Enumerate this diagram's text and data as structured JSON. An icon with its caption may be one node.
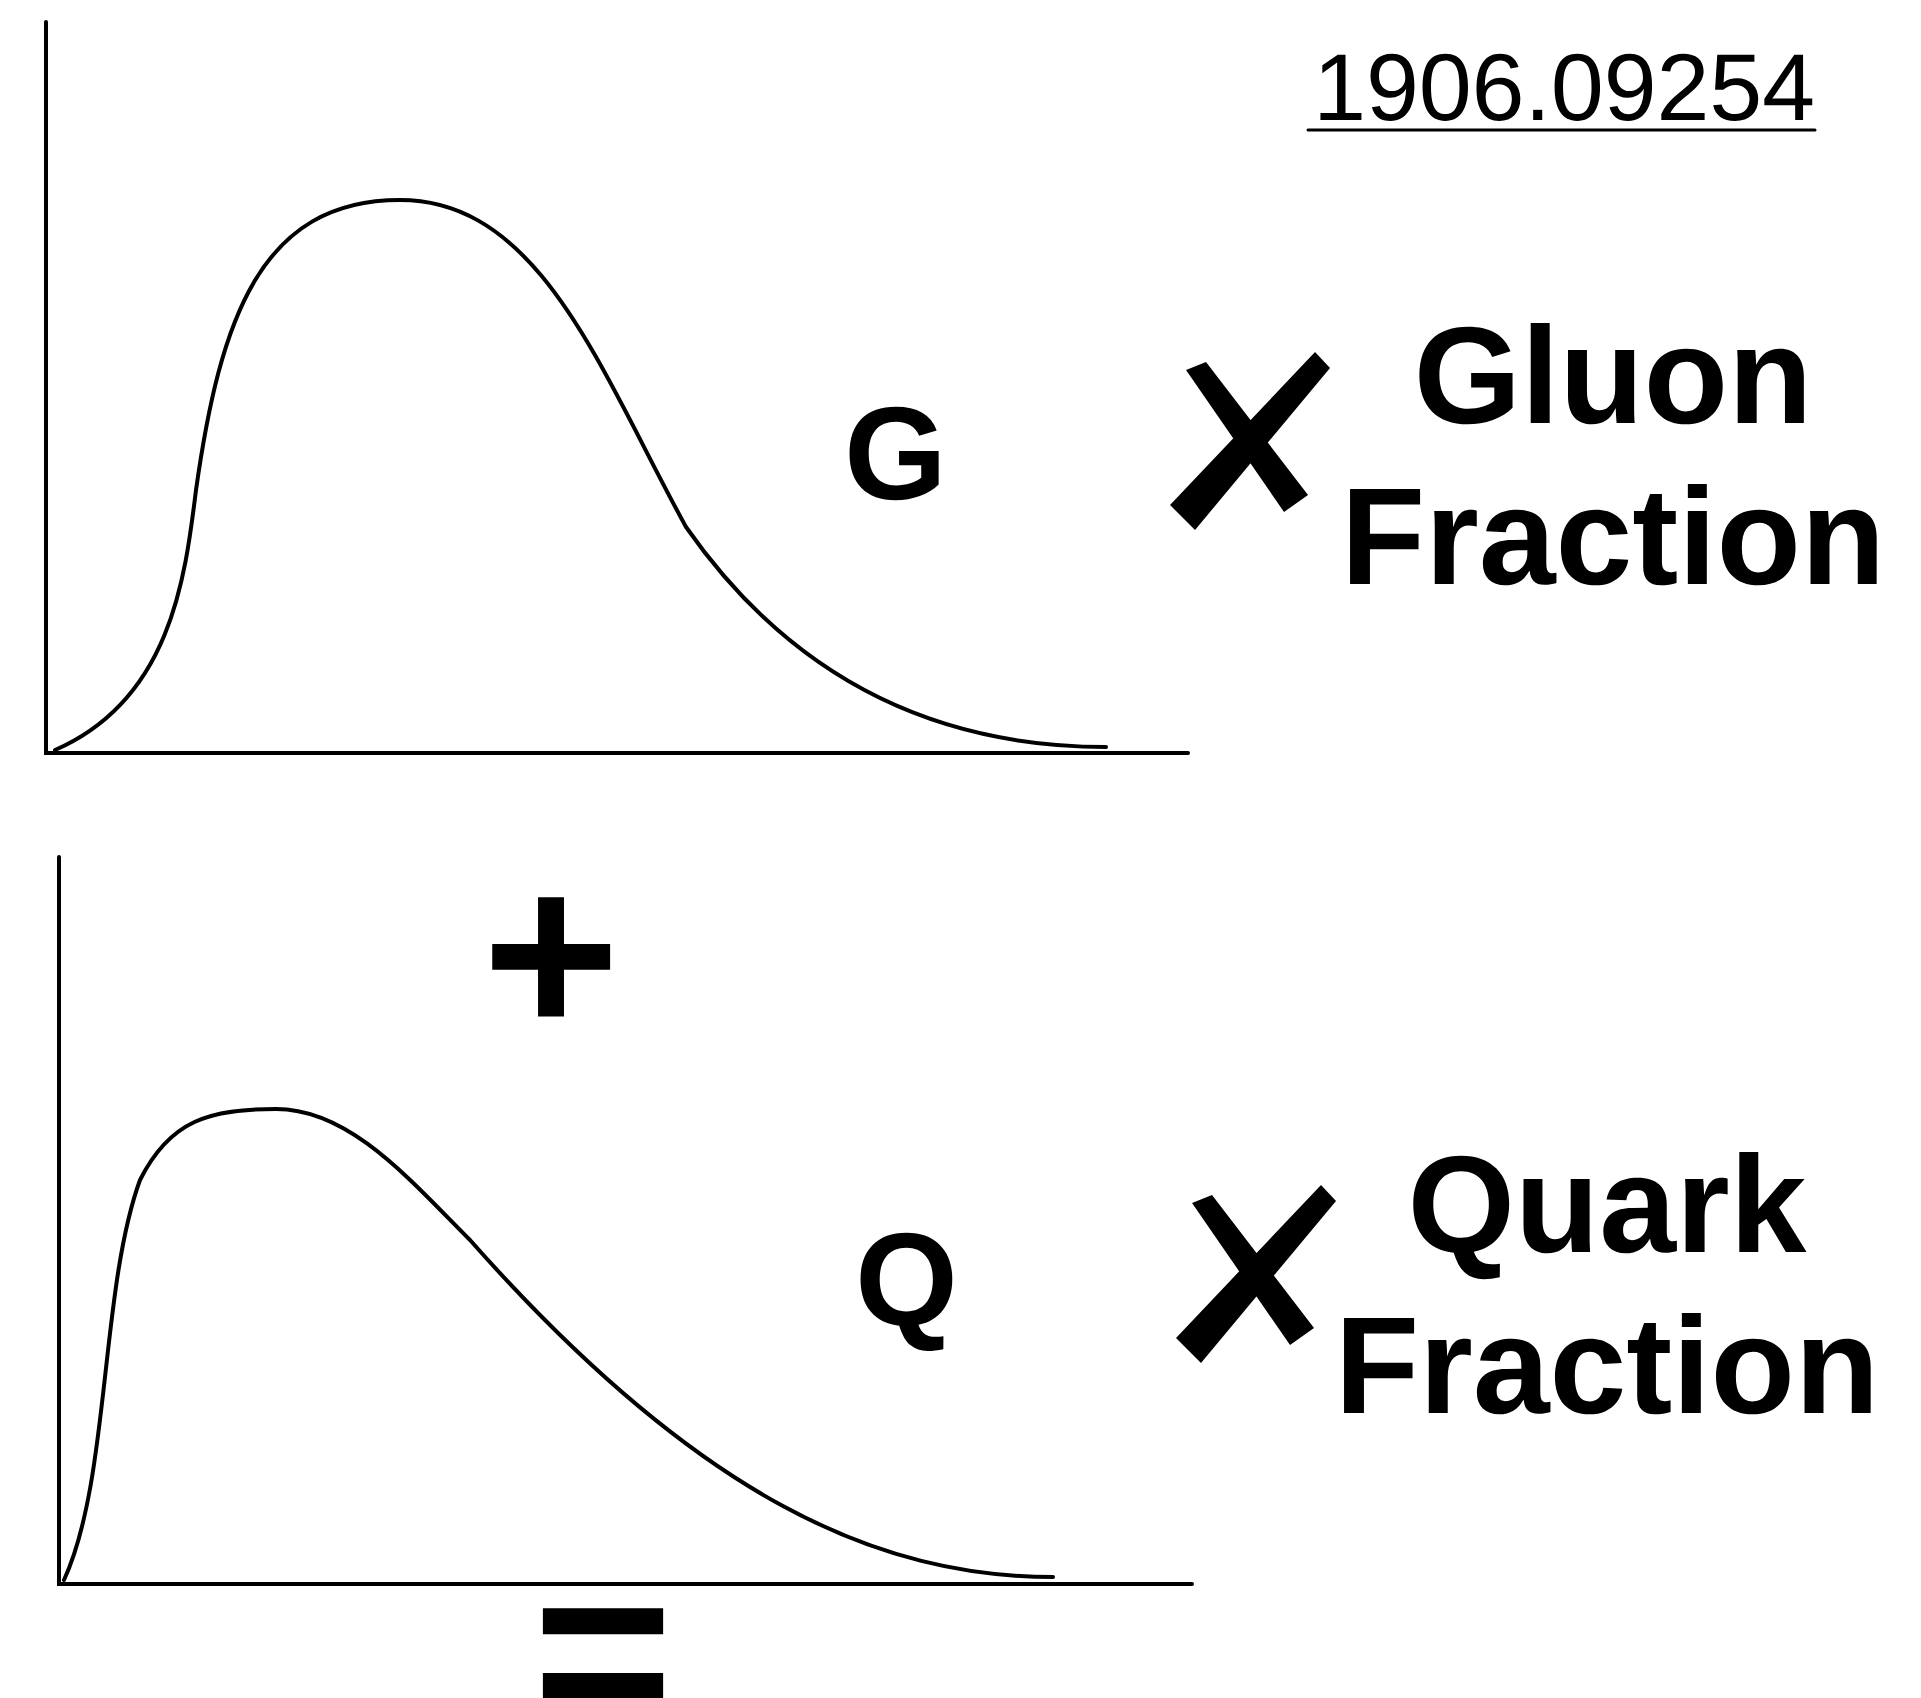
{
  "diagram": {
    "labels": [
      "1906.09254",
      "G",
      "Gluon Fraction",
      "+",
      "Q",
      "Quark Fraction",
      "="
    ]
  }
}
